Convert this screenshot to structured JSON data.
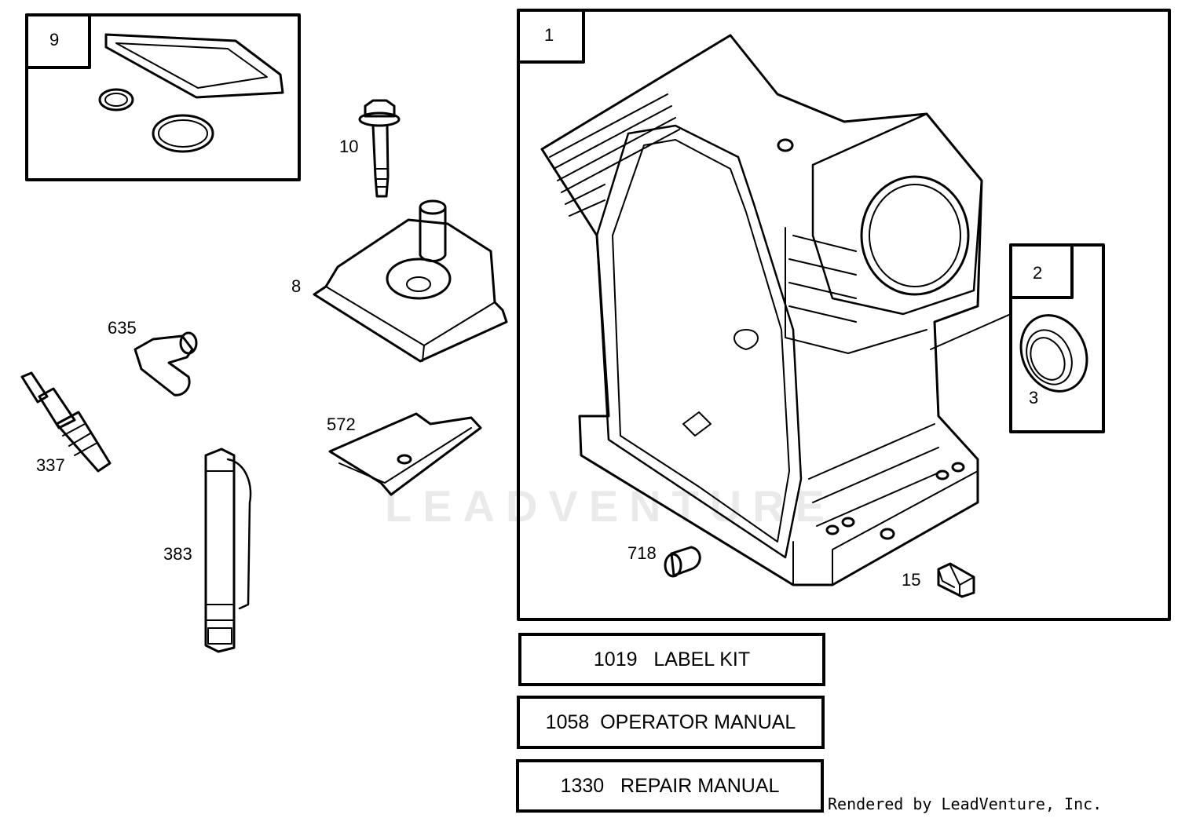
{
  "callouts": {
    "kit9": "9",
    "kit1": "1",
    "kit2": "2",
    "p10": "10",
    "p8": "8",
    "p635": "635",
    "p337": "337",
    "p572": "572",
    "p383": "383",
    "p3": "3",
    "p718": "718",
    "p15": "15"
  },
  "kits": [
    {
      "number": "1019",
      "name": "LABEL KIT"
    },
    {
      "number": "1058",
      "name": "OPERATOR MANUAL"
    },
    {
      "number": "1330",
      "name": "REPAIR MANUAL"
    }
  ],
  "footer": "Rendered by LeadVenture, Inc.",
  "watermark": "LEADVENTURE"
}
